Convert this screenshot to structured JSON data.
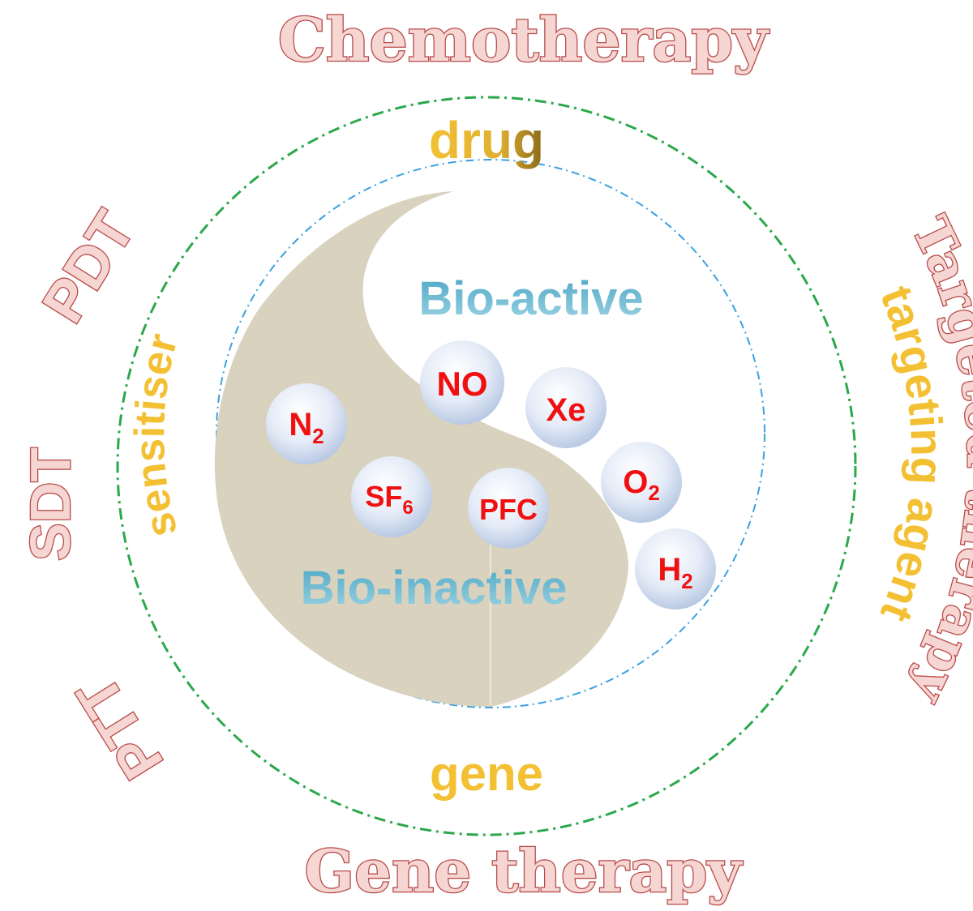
{
  "therapies": {
    "top": "Chemotherapy",
    "right": "Targeted therapy",
    "bottom": "Gene therapy",
    "left_upper": "PDT",
    "left_middle": "SDT",
    "left_lower": "PTT"
  },
  "agents": {
    "top": "drug",
    "right": "targeting agent",
    "bottom": "gene",
    "left": "sensitiser"
  },
  "regions": {
    "active": "Bio-active",
    "inactive": "Bio-inactive"
  },
  "gases": {
    "no": "NO",
    "xe": "Xe",
    "o2": {
      "base": "O",
      "sub": "2"
    },
    "h2": {
      "base": "H",
      "sub": "2"
    },
    "n2": {
      "base": "N",
      "sub": "2"
    },
    "sf6": {
      "base": "SF",
      "sub": "6"
    },
    "pfc": "PFC"
  },
  "colors": {
    "therapy_text": "#b84a4a",
    "agent_text": "#f4c033",
    "bio_text": "#4aa6c4",
    "gas_text": "#f01010",
    "inactive_fill": "#d8d2bf",
    "outer_ring": "#2aa84a",
    "inner_ring": "#3aa0e0"
  }
}
